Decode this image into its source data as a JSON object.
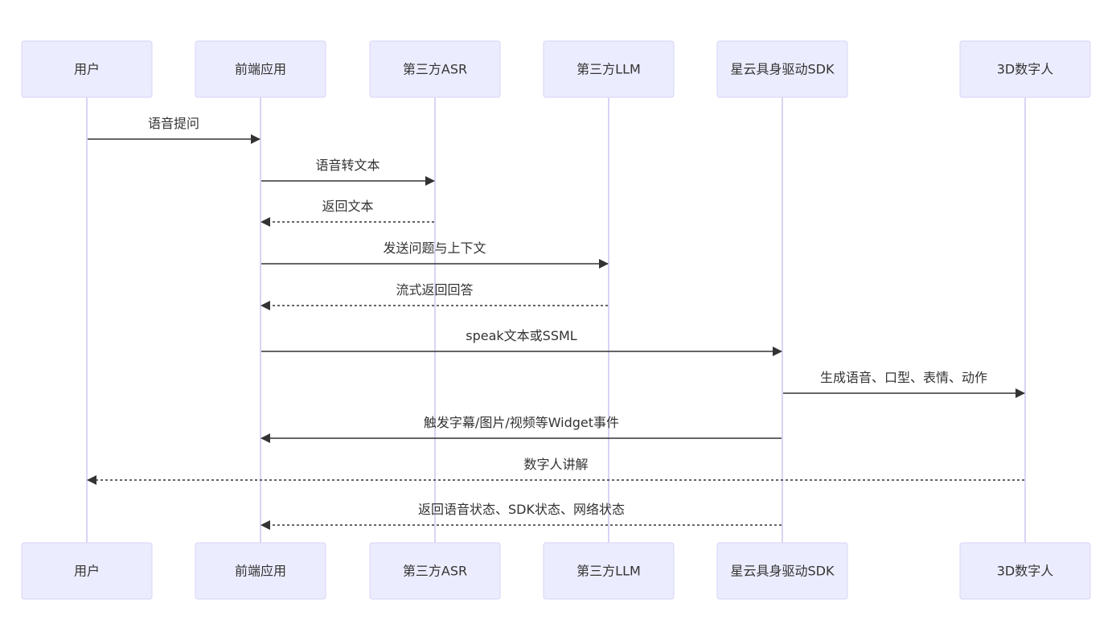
{
  "participants": [
    {
      "id": "user",
      "label": "用户"
    },
    {
      "id": "frontend",
      "label": "前端应用"
    },
    {
      "id": "asr",
      "label": "第三方ASR"
    },
    {
      "id": "llm",
      "label": "第三方LLM"
    },
    {
      "id": "sdk",
      "label": "星云具身驱动SDK"
    },
    {
      "id": "human3d",
      "label": "3D数字人"
    }
  ],
  "messages": [
    {
      "from": "user",
      "to": "frontend",
      "label": "语音提问",
      "style": "solid"
    },
    {
      "from": "frontend",
      "to": "asr",
      "label": "语音转文本",
      "style": "solid"
    },
    {
      "from": "asr",
      "to": "frontend",
      "label": "返回文本",
      "style": "dashed"
    },
    {
      "from": "frontend",
      "to": "llm",
      "label": "发送问题与上下文",
      "style": "solid"
    },
    {
      "from": "llm",
      "to": "frontend",
      "label": "流式返回回答",
      "style": "dashed"
    },
    {
      "from": "frontend",
      "to": "sdk",
      "label": "speak文本或SSML",
      "style": "solid"
    },
    {
      "from": "sdk",
      "to": "human3d",
      "label": "生成语音、口型、表情、动作",
      "style": "solid"
    },
    {
      "from": "sdk",
      "to": "frontend",
      "label": "触发字幕/图片/视频等Widget事件",
      "style": "solid"
    },
    {
      "from": "human3d",
      "to": "user",
      "label": "数字人讲解",
      "style": "dashed"
    },
    {
      "from": "sdk",
      "to": "frontend",
      "label": "返回语音状态、SDK状态、网络状态",
      "style": "dashed"
    }
  ],
  "colors": {
    "actor_fill": "#ececff",
    "actor_border": "#d7d4f5",
    "lifeline": "#d7d4f5",
    "line": "#333333",
    "text": "#333333"
  }
}
